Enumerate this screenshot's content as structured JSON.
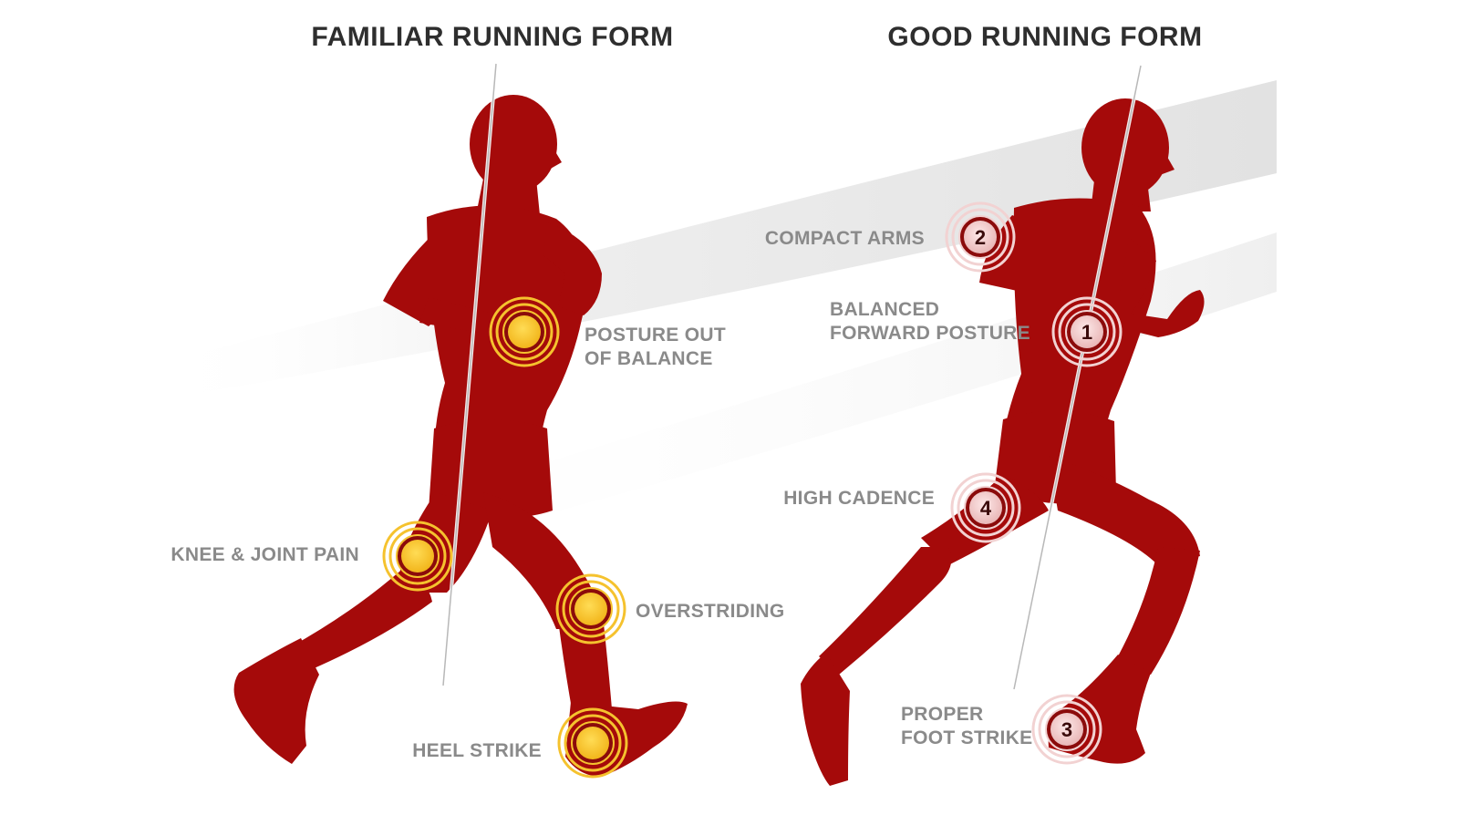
{
  "titles": {
    "familiar": "FAMILIAR RUNNING FORM",
    "good": "GOOD RUNNING FORM"
  },
  "familiar": {
    "posture": [
      "POSTURE OUT",
      "OF BALANCE"
    ],
    "knee": "KNEE & JOINT PAIN",
    "overstriding": "OVERSTRIDING",
    "heel": "HEEL STRIKE"
  },
  "good": {
    "arms": {
      "label": "COMPACT ARMS",
      "number": "2"
    },
    "posture": {
      "label": [
        "BALANCED",
        "FORWARD POSTURE"
      ],
      "number": "1"
    },
    "cadence": {
      "label": "HIGH CADENCE",
      "number": "4"
    },
    "foot": {
      "label": [
        "PROPER",
        "FOOT STRIKE"
      ],
      "number": "3"
    }
  },
  "colors": {
    "silhouette": "#a50a0a",
    "problem_marker": "#f5c22e",
    "good_marker": "#f4d6d6",
    "title": "#2e2e2e",
    "label": "#8a8a8a"
  }
}
